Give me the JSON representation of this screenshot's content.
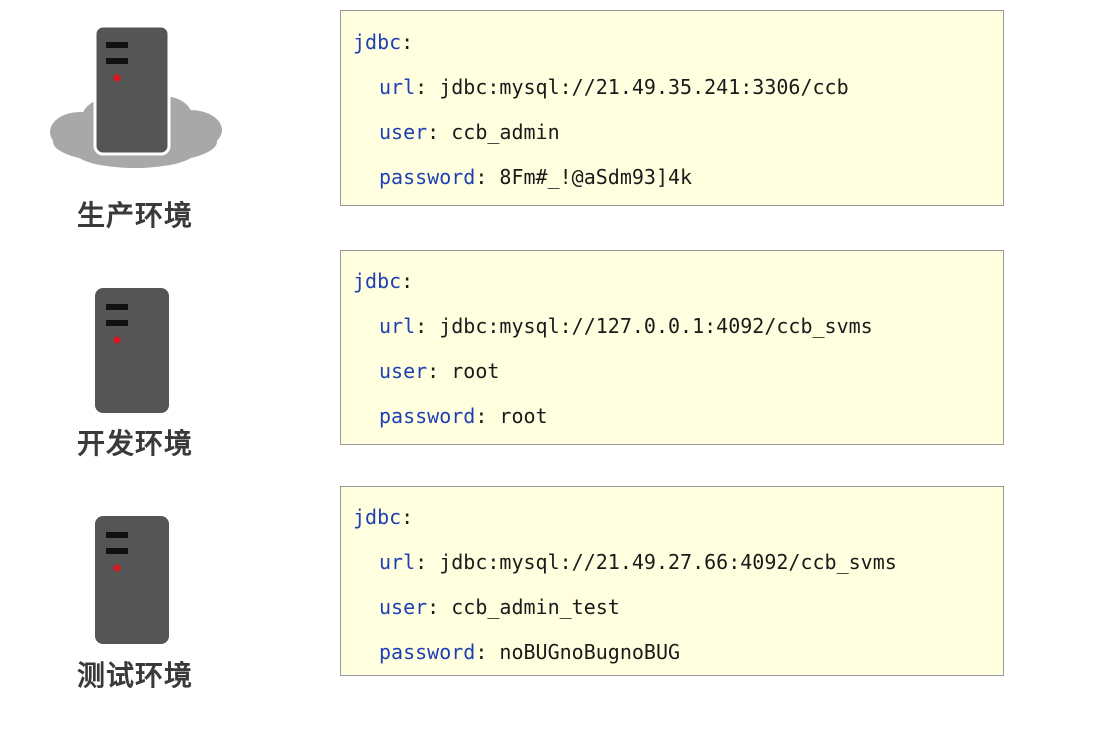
{
  "environments": [
    {
      "label": "生产环境",
      "icon": "cloud-server-icon",
      "config": {
        "root_key": "jdbc",
        "url_key": "url",
        "url_value": "jdbc:mysql://21.49.35.241:3306/ccb",
        "user_key": "user",
        "user_value": "ccb_admin",
        "password_key": "password",
        "password_value": "8Fm#_!@aSdm93]4k"
      }
    },
    {
      "label": "开发环境",
      "icon": "server-icon",
      "config": {
        "root_key": "jdbc",
        "url_key": "url",
        "url_value": "jdbc:mysql://127.0.0.1:4092/ccb_svms",
        "user_key": "user",
        "user_value": "root",
        "password_key": "password",
        "password_value": "root"
      }
    },
    {
      "label": "测试环境",
      "icon": "server-icon",
      "config": {
        "root_key": "jdbc",
        "url_key": "url",
        "url_value": "jdbc:mysql://21.49.27.66:4092/ccb_svms",
        "user_key": "user",
        "user_value": "ccb_admin_test",
        "password_key": "password",
        "password_value": "noBUGnoBugnoBUG"
      }
    }
  ],
  "colors": {
    "server_body": "#555555",
    "server_slot": "#111111",
    "server_led": "#e0141c",
    "cloud": "#a8a8a8",
    "box_background": "#ffffe0",
    "box_border": "#9a9a9a",
    "key_text": "#1f3fb5",
    "label_text": "#3a3a3a"
  }
}
